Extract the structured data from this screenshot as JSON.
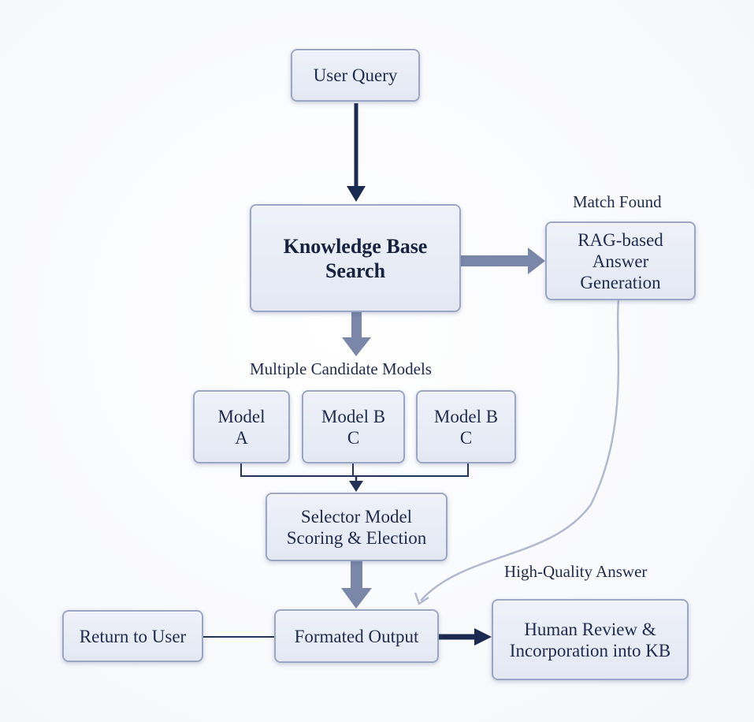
{
  "nodes": {
    "user_query": "User Query",
    "kb_search": "Knowledge Base\nSearch",
    "rag": "RAG-based\nAnswer\nGeneration",
    "model_a": "Model\nA",
    "model_b1": "Model B\nC",
    "model_b2": "Model B\nC",
    "selector": "Selector Model\nScoring & Election",
    "formatted_output": "Formated Output",
    "return_user": "Return to User",
    "human_review": "Human Review &\nIncorporation into KB"
  },
  "labels": {
    "match_found": "Match Found",
    "multiple_candidates": "Multiple Candidate Models",
    "high_quality": "High-Quality Answer"
  },
  "colors": {
    "dark_arrow": "#1b2a50",
    "light_arrow": "#7b87a8",
    "thin_line": "#243257",
    "curve": "#b0b9d0",
    "box_border": "#9aa6c4"
  }
}
